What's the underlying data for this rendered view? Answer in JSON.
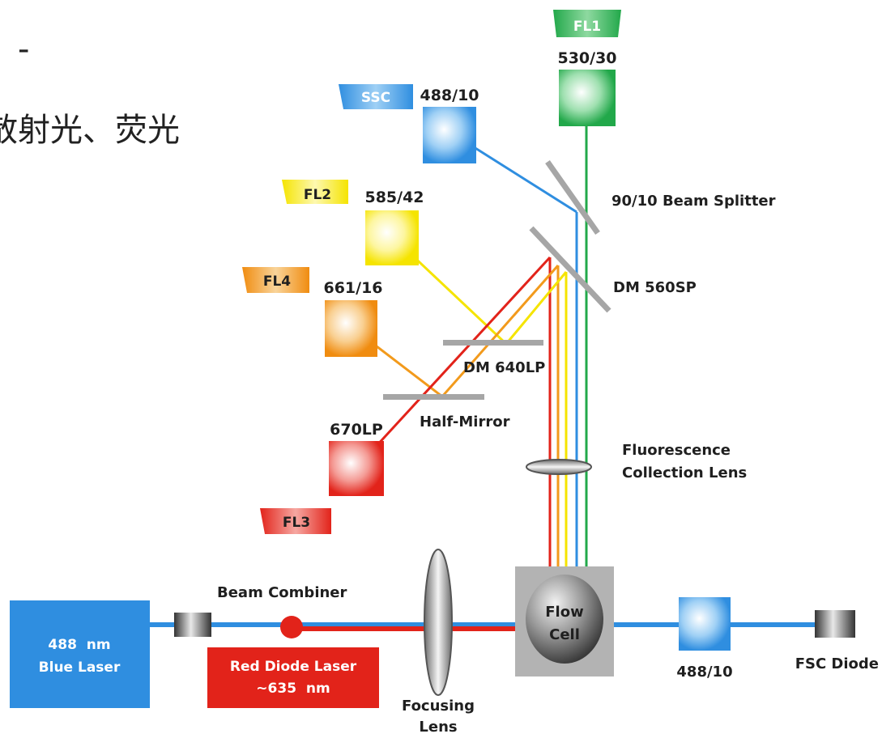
{
  "slide": {
    "line1": "-",
    "line2": "散射光、荧光"
  },
  "colors": {
    "blue": "#2f8ee0",
    "green": "#22a84a",
    "yellow": "#f5e800",
    "orange": "#f29a1c",
    "red": "#e2231a",
    "grey": "#a6a6a6"
  },
  "channels": {
    "fl1": {
      "label": "FL1",
      "filter": "530/30"
    },
    "ssc": {
      "label": "SSC",
      "filter": "488/10"
    },
    "fl2": {
      "label": "FL2",
      "filter": "585/42"
    },
    "fl4": {
      "label": "FL4",
      "filter": "661/16"
    },
    "fl3": {
      "label": "FL3",
      "filter": "670LP"
    },
    "fsc": {
      "label": "FSC Diode",
      "filter": "488/10"
    }
  },
  "optics": {
    "beam_splitter": "90/10 Beam Splitter",
    "dm560": "DM 560SP",
    "dm640": "DM 640LP",
    "half_mirror": "Half-Mirror",
    "fluor_lens_1": "Fluorescence",
    "fluor_lens_2": "Collection Lens",
    "beam_combiner": "Beam Combiner",
    "focusing_lens_1": "Focusing",
    "focusing_lens_2": "Lens",
    "flow_cell_1": "Flow",
    "flow_cell_2": "Cell"
  },
  "lasers": {
    "blue_1": "488  nm",
    "blue_2": "Blue Laser",
    "red_1": "Red Diode Laser",
    "red_2": "~635  nm"
  }
}
